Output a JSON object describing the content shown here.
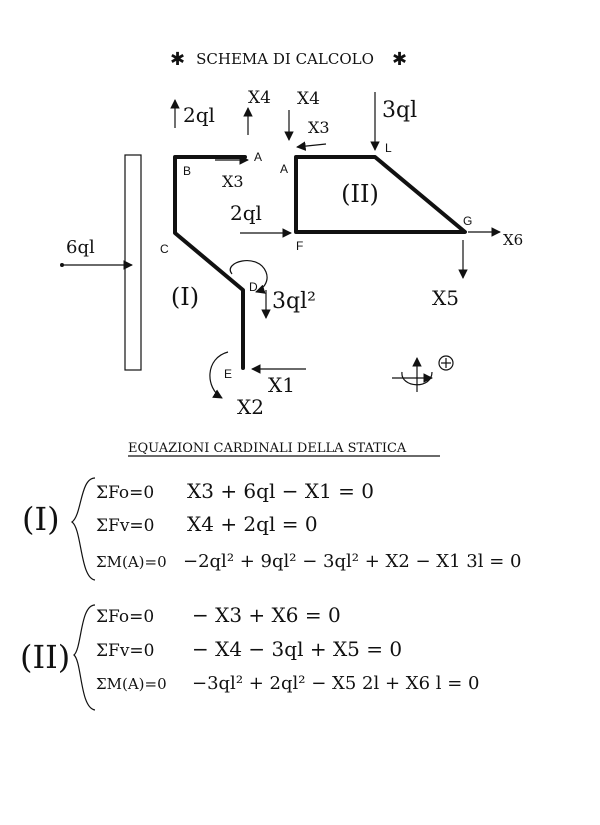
{
  "title": "SCHEMA DI CALCOLO",
  "diagram": {
    "nodes": {
      "A1": "A",
      "B": "B",
      "C": "C",
      "D": "D",
      "E": "E",
      "A2": "A",
      "L": "L",
      "F": "F",
      "G": "G"
    },
    "loads": {
      "l_6ql": "6ql",
      "l_2ql_top": "2ql",
      "l_2ql_mid": "2ql",
      "l_3ql": "3ql",
      "l_3ql2": "3ql²"
    },
    "unknowns": {
      "x4_left": "X4",
      "x4_right": "X4",
      "x3_left": "X3",
      "x3_right": "X3",
      "x1": "X1",
      "x2": "X2",
      "x5": "X5",
      "x6": "X6"
    },
    "bodies": {
      "I": "(I)",
      "II": "(II)"
    }
  },
  "equations": {
    "heading": "EQUAZIONI CARDINALI DELLA STATICA",
    "system_I": {
      "label": "(I)",
      "rows": [
        {
          "lhs": "ΣFo=0",
          "rhs": "X3 + 6ql − X1 = 0"
        },
        {
          "lhs": "ΣFv=0",
          "rhs": "X4 + 2ql = 0"
        },
        {
          "lhs": "ΣM(A)=0",
          "rhs": "−2ql² + 9ql² − 3ql² + X2 − X1 3l = 0"
        }
      ]
    },
    "system_II": {
      "label": "(II)",
      "rows": [
        {
          "lhs": "ΣFo=0",
          "rhs": "− X3 + X6 = 0"
        },
        {
          "lhs": "ΣFv=0",
          "rhs": "− X4 − 3ql + X5 = 0"
        },
        {
          "lhs": "ΣM(A)=0",
          "rhs": "−3ql² + 2ql² − X5 2l + X6 l = 0"
        }
      ]
    }
  }
}
